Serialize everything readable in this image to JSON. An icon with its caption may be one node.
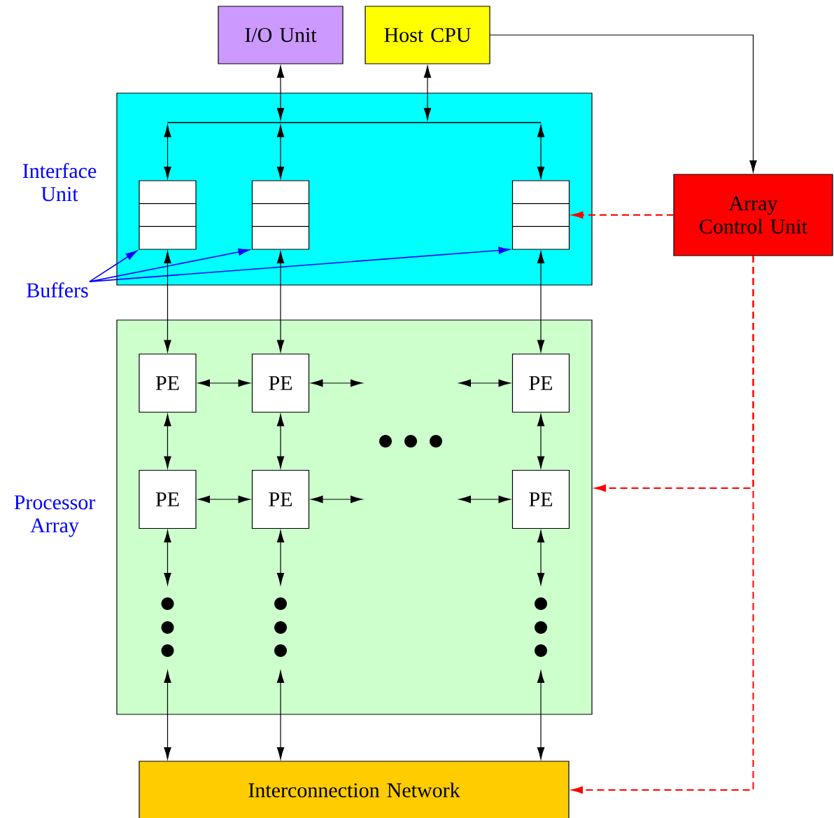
{
  "diagram": {
    "nodes": [
      {
        "text": [
          "I/O Unit"
        ]
      },
      {
        "text": [
          "Host CPU"
        ]
      },
      {
        "text": [
          "Interface Unit"
        ]
      },
      {
        "text": [],
        "shape": "box",
        "in": 2
      },
      {
        "text": [],
        "shape": "box",
        "in": 2
      },
      {
        "text": [],
        "shape": "box",
        "in": 2
      },
      {
        "text": [
          "Array Control Unit"
        ]
      },
      {
        "text": [
          "Processor Array"
        ]
      },
      {
        "text": [
          "PE"
        ],
        "in": 7
      },
      {
        "text": [
          "PE"
        ],
        "in": 7
      },
      {
        "text": [
          "PE"
        ],
        "in": 7
      },
      {
        "text": [
          "PE"
        ],
        "in": 7
      },
      {
        "text": [
          "PE"
        ],
        "in": 7
      },
      {
        "text": [
          "PE"
        ],
        "in": 7
      },
      {
        "text": [
          "Interconnection Network"
        ]
      },
      {
        "text": [
          "Buffers"
        ]
      },
      {
        "text": [],
        "shape": "bar",
        "in": 2
      }
    ],
    "edges": [
      {
        "from": 0,
        "to": 16,
        "arrow": "both"
      },
      {
        "from": 1,
        "to": 16,
        "arrow": "both"
      },
      {
        "from": 16,
        "to": 3,
        "arrow": "both"
      },
      {
        "from": 16,
        "to": 4,
        "arrow": "both"
      },
      {
        "from": 16,
        "to": 5,
        "arrow": "both"
      },
      {
        "from": 1,
        "to": 6,
        "arrow": "to"
      },
      {
        "from": 15,
        "to": 3,
        "arrow": "to",
        "color": "#0000ff"
      },
      {
        "from": 15,
        "to": 4,
        "arrow": "to",
        "color": "#0000ff"
      },
      {
        "from": 15,
        "to": 5,
        "arrow": "to",
        "color": "#0000ff"
      },
      {
        "from": 6,
        "to": 5,
        "arrow": "to",
        "style": "dashed",
        "color": "#ff0000"
      },
      {
        "from": 3,
        "to": 8,
        "arrow": "both"
      },
      {
        "from": 4,
        "to": 9,
        "arrow": "both"
      },
      {
        "from": 5,
        "to": 10,
        "arrow": "both"
      },
      {
        "from": 8,
        "to": 9,
        "arrow": "both"
      },
      {
        "from": 9,
        "to": null,
        "arrow": "both"
      },
      {
        "from": null,
        "to": 10,
        "arrow": "both"
      },
      {
        "from": 8,
        "to": 11,
        "arrow": "both"
      },
      {
        "from": 9,
        "to": 12,
        "arrow": "both"
      },
      {
        "from": 10,
        "to": 13,
        "arrow": "both"
      },
      {
        "from": 11,
        "to": 12,
        "arrow": "both"
      },
      {
        "from": 12,
        "to": null,
        "arrow": "both"
      },
      {
        "from": null,
        "to": 13,
        "arrow": "both"
      },
      {
        "from": 11,
        "to": null,
        "arrow": "both"
      },
      {
        "from": 12,
        "to": null,
        "arrow": "both"
      },
      {
        "from": 13,
        "to": null,
        "arrow": "both"
      },
      {
        "from": null,
        "to": 14,
        "arrow": "both"
      },
      {
        "from": null,
        "to": 14,
        "arrow": "both"
      },
      {
        "from": null,
        "to": 14,
        "arrow": "both"
      },
      {
        "from": 6,
        "to": 7,
        "arrow": "to",
        "style": "dashed",
        "color": "#ff0000"
      },
      {
        "from": 6,
        "to": 14,
        "arrow": "to",
        "style": "dashed",
        "color": "#ff0000"
      }
    ]
  }
}
